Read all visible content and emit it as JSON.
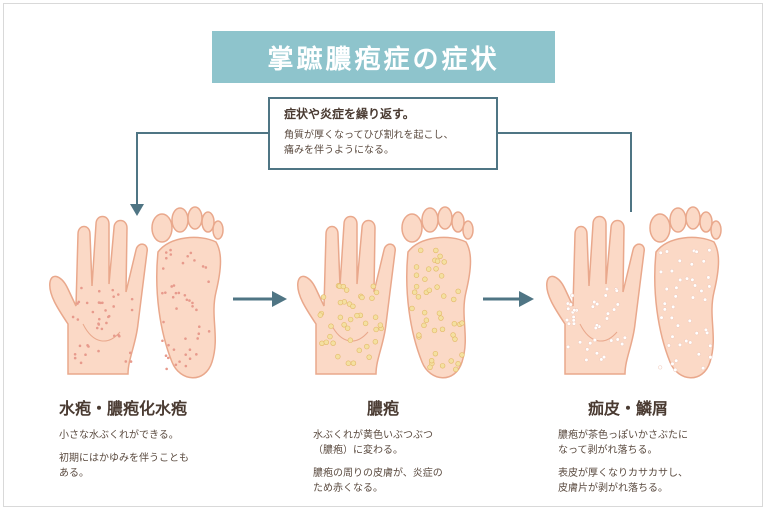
{
  "title": "掌蹠膿疱症の症状",
  "info": {
    "heading": "症状や炎症を繰り返す。",
    "lines": [
      "角質が厚くなってひび割れを起こし、",
      "痛みを伴うようになる。"
    ]
  },
  "stages": [
    {
      "title": "水疱・膿疱化水疱",
      "paragraphs": [
        [
          "小さな水ぶくれができる。"
        ],
        [
          "初期にはかゆみを伴うことも",
          "ある。"
        ]
      ]
    },
    {
      "title": "膿疱",
      "paragraphs": [
        [
          "水ぶくれが黄色いぶつぶつ",
          "（膿疱）に変わる。"
        ],
        [
          "膿疱の周りの皮膚が、炎症の",
          "ため赤くなる。"
        ]
      ]
    },
    {
      "title": "痂皮・鱗屑",
      "paragraphs": [
        [
          "膿疱が茶色っぽいかさぶたに",
          "なって剥がれ落ちる。"
        ],
        [
          "表皮が厚くなりカサカサし、",
          "皮膚片が剥がれ落ちる。"
        ]
      ]
    }
  ],
  "colors": {
    "title_bg": "#8ec4cc",
    "arrow": "#4f7584",
    "skin": "#fbd9c6",
    "skin_outline": "#e9a88c",
    "spot_red": "#e79a8c",
    "pustule": "#f4e0a0",
    "scale": "#ffffff"
  }
}
